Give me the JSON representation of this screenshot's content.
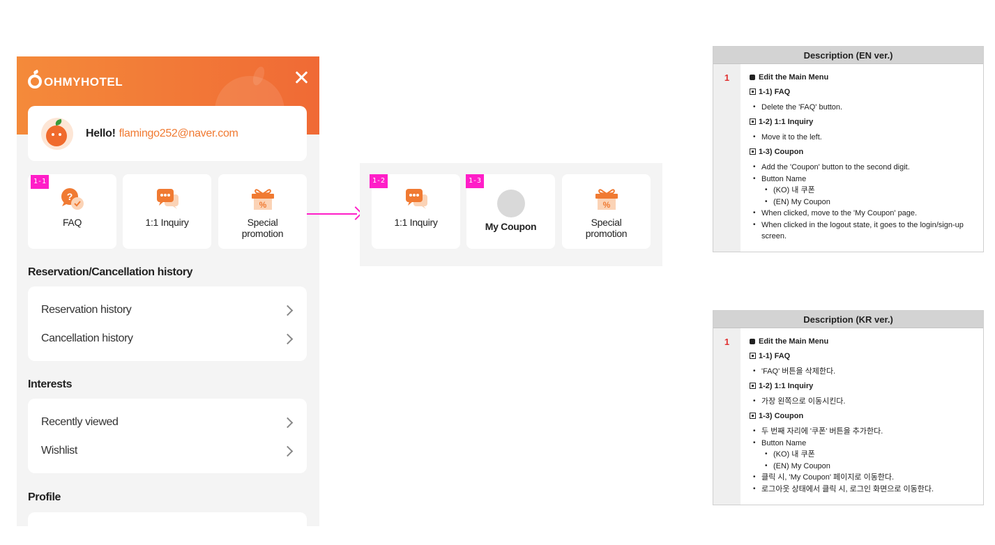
{
  "panel": {
    "logo_text": "OHMYHOTEL",
    "greeting": "Hello!",
    "email": "flamingo252@naver.com",
    "quick_buttons": [
      {
        "tag": "1-1",
        "label": "FAQ"
      },
      {
        "label": "1:1 Inquiry"
      },
      {
        "label": "Special promotion"
      }
    ],
    "sections": [
      {
        "title": "Reservation/Cancellation history",
        "items": [
          "Reservation history",
          "Cancellation history"
        ]
      },
      {
        "title": "Interests",
        "items": [
          "Recently viewed",
          "Wishlist"
        ]
      },
      {
        "title": "Profile",
        "items": []
      }
    ]
  },
  "variant": {
    "buttons": [
      {
        "tag": "1-2",
        "label": "1:1 Inquiry"
      },
      {
        "tag": "1-3",
        "label": "My Coupon"
      },
      {
        "label": "Special promotion"
      }
    ]
  },
  "desc_en": {
    "title": "Description (EN ver.)",
    "number": "1",
    "main": "Edit the Main Menu",
    "s1_title": "1-1) FAQ",
    "s1_items": [
      "Delete the 'FAQ' button."
    ],
    "s2_title": "1-2) 1:1 Inquiry",
    "s2_items": [
      "Move it to the left."
    ],
    "s3_title": "1-3) Coupon",
    "s3_items": [
      "Add the 'Coupon' button to the second digit.",
      "Button Name",
      "(KO) 내 쿠폰",
      "(EN) My Coupon",
      "When clicked, move to the 'My Coupon' page.",
      "When clicked in the logout state, it goes to the login/sign-up screen."
    ]
  },
  "desc_kr": {
    "title": "Description (KR ver.)",
    "number": "1",
    "main": "Edit the Main Menu",
    "s1_title": "1-1) FAQ",
    "s1_items": [
      "'FAQ' 버튼을 삭제한다."
    ],
    "s2_title": "1-2) 1:1 Inquiry",
    "s2_items": [
      "가장 왼쪽으로 이동시킨다."
    ],
    "s3_title": "1-3) Coupon",
    "s3_items": [
      "두 번째 자리에 '쿠폰' 버튼을 추가한다.",
      "Button Name",
      "(KO) 내 쿠폰",
      "(EN) My Coupon",
      "클릭 시, 'My Coupon' 페이지로 이동한다.",
      "로그아웃 상태에서 클릭 시, 로그인 화면으로 이동한다."
    ]
  },
  "colors": {
    "brand_orange": "#f07a32",
    "annotation_magenta": "#ff1ec8",
    "number_red": "#e03030"
  }
}
